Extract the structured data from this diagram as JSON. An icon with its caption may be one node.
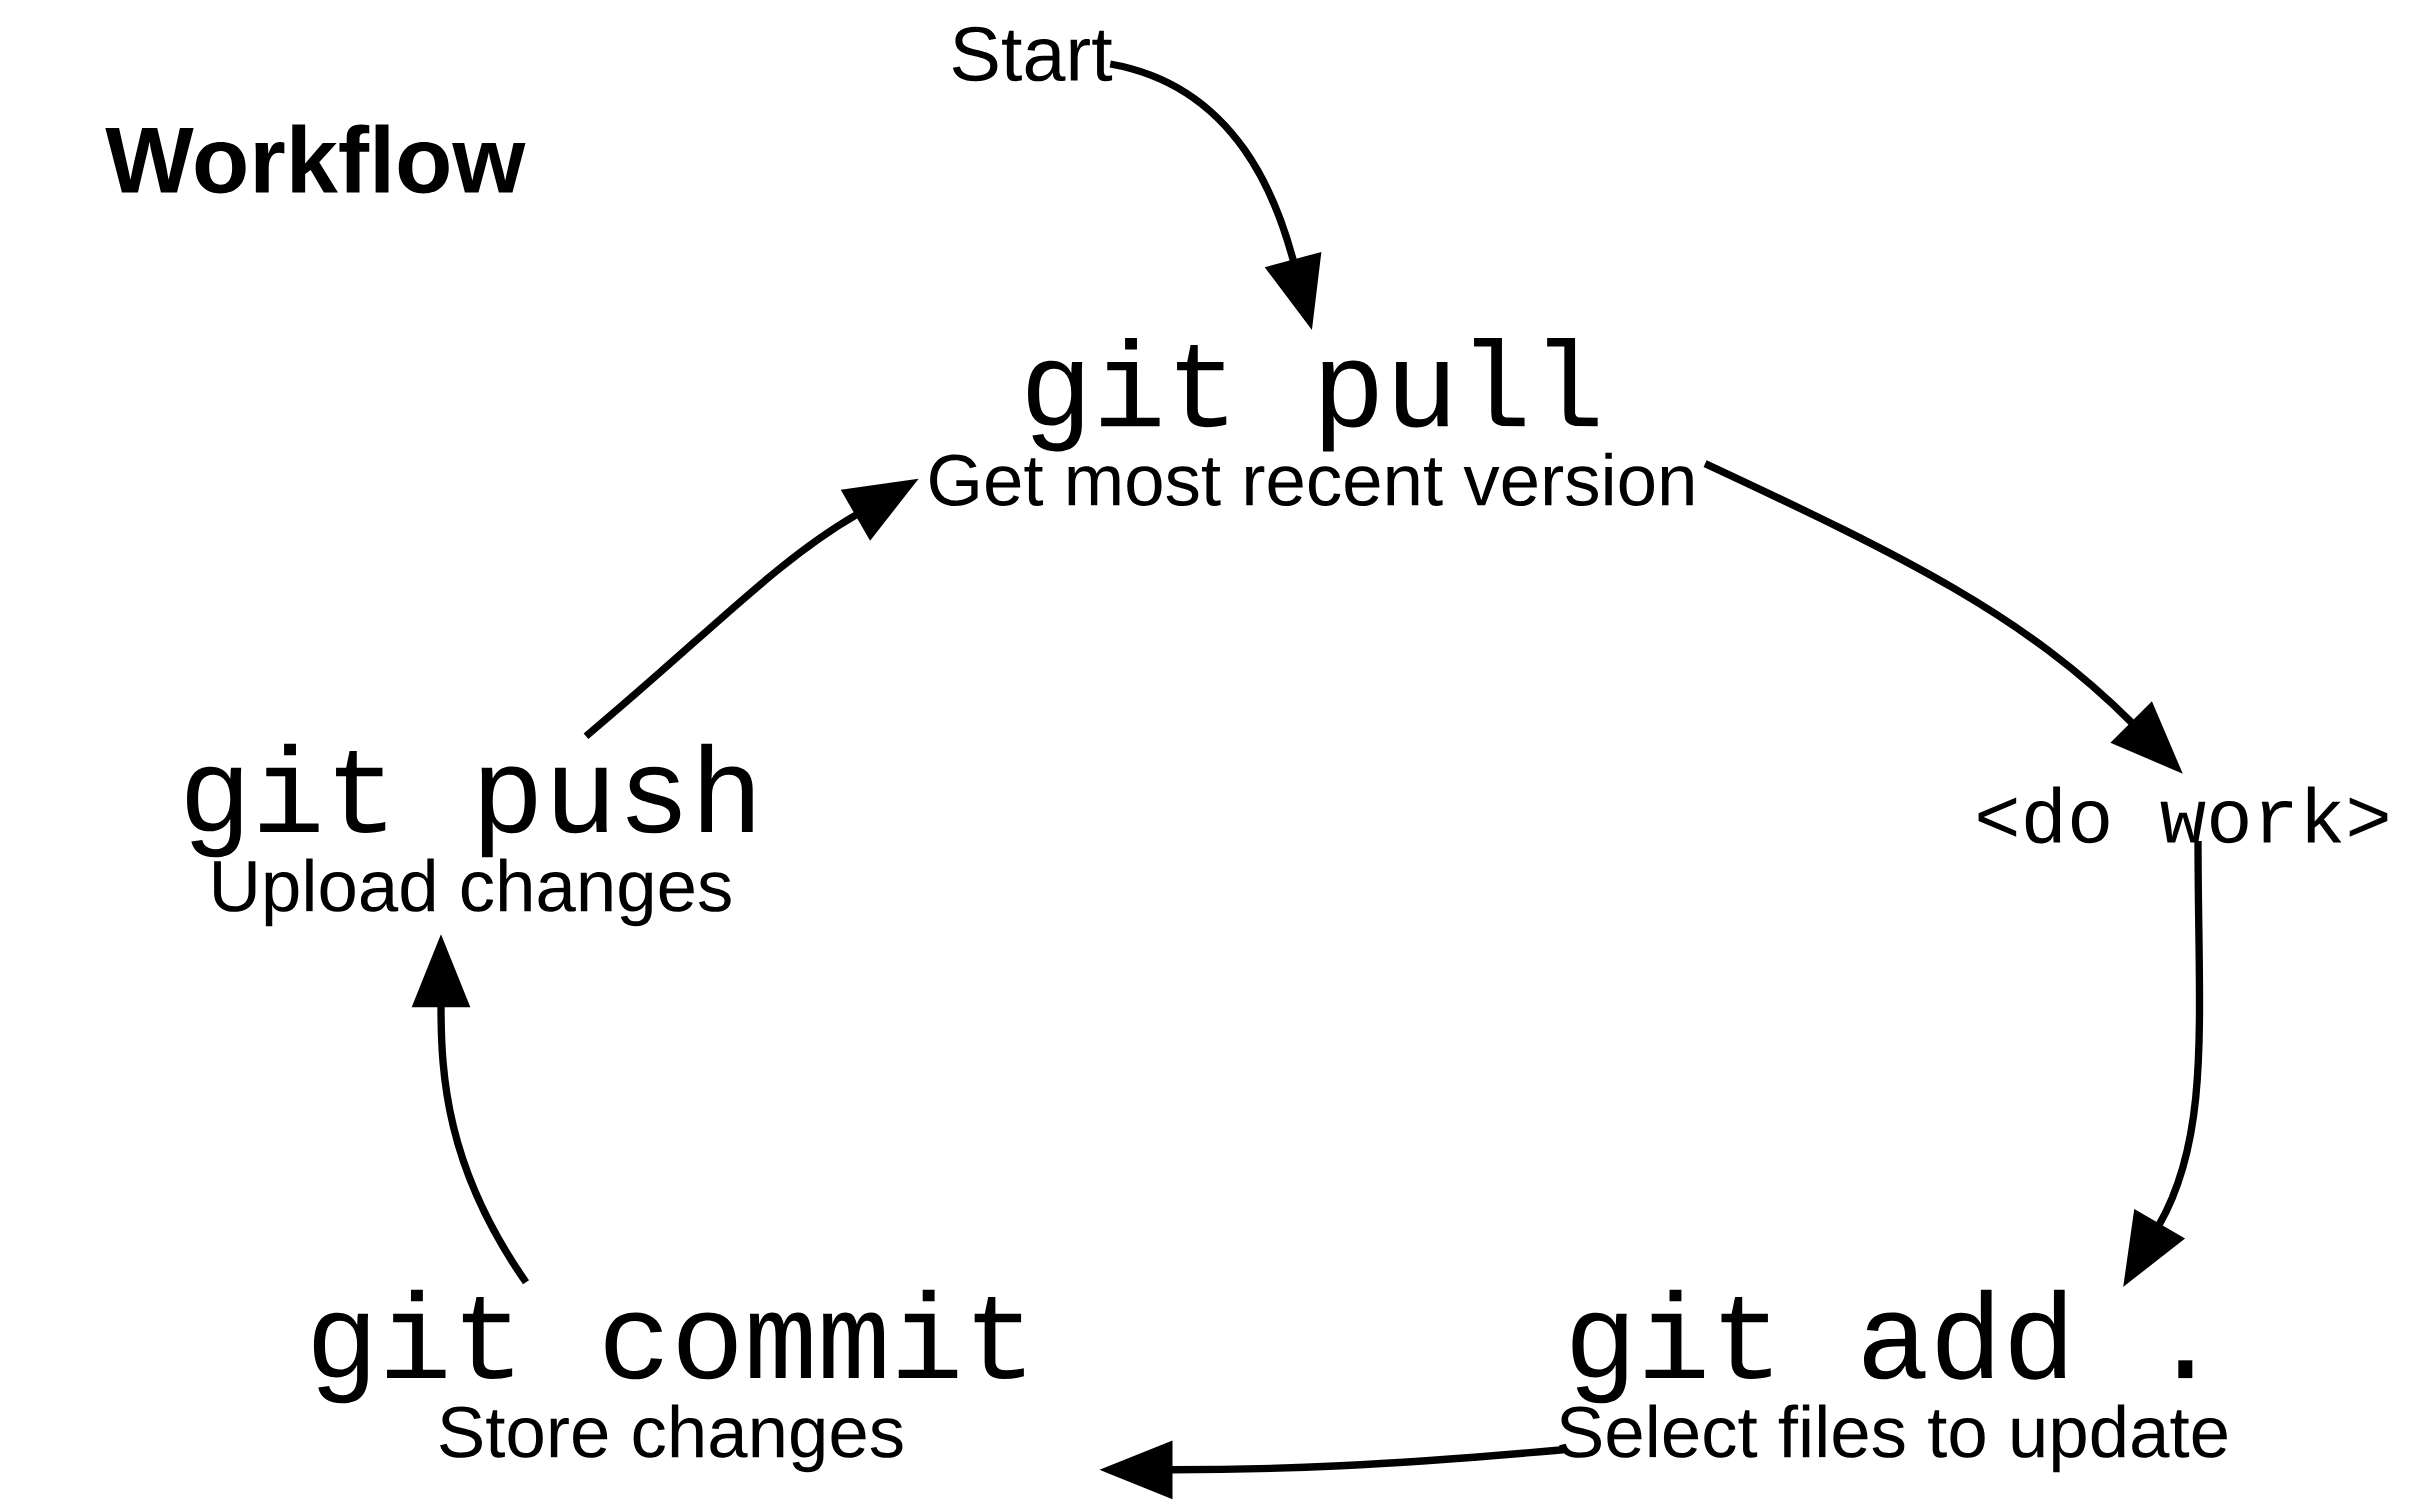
{
  "diagram": {
    "title": "Workflow",
    "nodes": [
      {
        "text": [
          "Start"
        ]
      },
      {
        "text": [
          "git pull",
          "Get most recent version"
        ]
      },
      {
        "text": [
          "<do work>"
        ]
      },
      {
        "text": [
          "git add .",
          "Select files to update"
        ]
      },
      {
        "text": [
          "git commit",
          "Store changes"
        ]
      },
      {
        "text": [
          "git push",
          "Upload changes"
        ]
      }
    ],
    "edges": [
      {
        "from": 0,
        "to": 1,
        "arrow": "to"
      },
      {
        "from": 1,
        "to": 2,
        "arrow": "to"
      },
      {
        "from": 2,
        "to": 3,
        "arrow": "to"
      },
      {
        "from": 3,
        "to": 4,
        "arrow": "to"
      },
      {
        "from": 4,
        "to": 5,
        "arrow": "to"
      },
      {
        "from": 5,
        "to": 1,
        "arrow": "to"
      }
    ]
  }
}
